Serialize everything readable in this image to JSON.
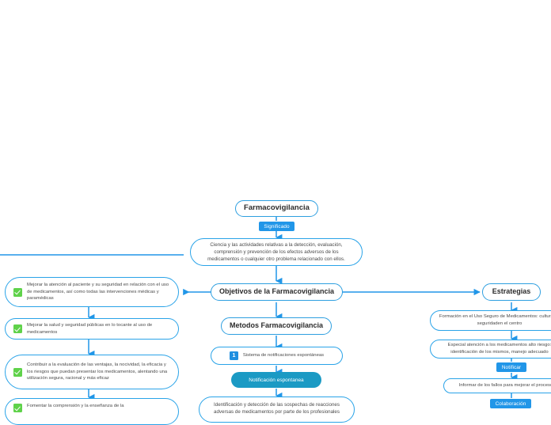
{
  "diagram": {
    "title": "Farmacovigilancia",
    "accent_blue": "#29a3e8",
    "tag_blue": "#2196e8",
    "pill_teal": "#1b9ac4",
    "check_green": "#5fd24a"
  },
  "root": {
    "label": "Farmacovigilancia"
  },
  "tags": {
    "significado": "Significado",
    "notificar": "Notificar",
    "colaboracion": "Colaboración"
  },
  "pills": {
    "notificacion_espontanea": "Notificación espontanea"
  },
  "definition": {
    "text": "Ciencia y las actividades relativas a la detección, evaluación, comprensión y prevención de los efectos adversos de los medicamentos o cualquier otro problema relacionado con ellos."
  },
  "objetivos": {
    "heading": "Objetivos de la Farmacovigilancia",
    "items": [
      {
        "icon": "check-icon",
        "text": "Mejorar la atención al paciente y su seguridad en relación con el uso de medicamentos, así como todas las intervenciones médicas y paramédicas"
      },
      {
        "icon": "check-icon",
        "text": "Mejorar la salud y seguridad públicas en lo tocante al uso de medicamentos"
      },
      {
        "icon": "check-icon",
        "text": "Contribuir a la evaluación de las ventajas, la nocividad, la eficacia y los riesgos que puedan presentar los medicamentos, alentando una utilización segura, racional y más eficaz"
      },
      {
        "icon": "check-icon",
        "text": "Fomentar la comprensión y la enseñanza de la"
      }
    ]
  },
  "metodos": {
    "heading": "Metodos Farmacovigilancia",
    "item_one": {
      "icon": "number-icon-1",
      "badge": "1",
      "text": "Sistema de notificaciones espontáneas"
    },
    "detail": "Identificación y detección de las sospechas de reacciones adversas de medicamentos por parte de los profesionales"
  },
  "estrategias": {
    "heading": "Estrategias",
    "items": [
      {
        "text": "Formación en el Uso Seguro de Medicamentos: cultura de seguridaden el centro"
      },
      {
        "text": "Especial atención a los medicamentos alto riesgo: identificación de los mismos, manejo adecuado"
      },
      {
        "text": "Informar de los fallos para mejorar el proceso"
      }
    ]
  }
}
